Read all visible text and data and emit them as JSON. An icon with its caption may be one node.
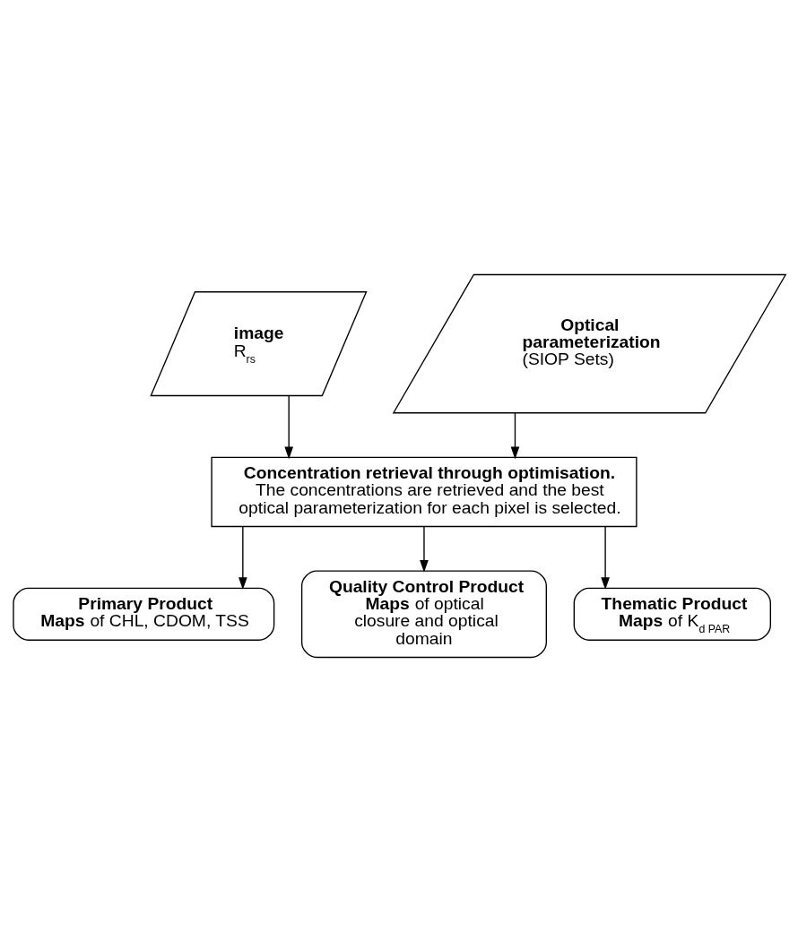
{
  "diagram": {
    "nodes": [
      {
        "text": [
          "image",
          "R$_{rs}$"
        ]
      },
      {
        "text": [
          "Optical parameterization",
          "(SIOP Sets)"
        ]
      },
      {
        "text": [
          "Concentration retrieval through optimisation.",
          "The concentrations are retrieved and the best optical parameterization for each pixel is selected."
        ]
      },
      {
        "text": [
          "Primary Product",
          "**Maps** of CHL, CDOM, TSS"
        ]
      },
      {
        "text": [
          "Quality Control Product",
          "**Maps** of optical closure and optical domain"
        ]
      },
      {
        "text": [
          "Thematic Product",
          "**Maps** of K$_{d PAR}$"
        ]
      }
    ],
    "edges": [
      {
        "from": 0,
        "to": 2,
        "arrow": "to"
      },
      {
        "from": 1,
        "to": 2,
        "arrow": "to"
      },
      {
        "from": 2,
        "to": 3,
        "arrow": "to"
      },
      {
        "from": 2,
        "to": 4,
        "arrow": "to"
      },
      {
        "from": 2,
        "to": 5,
        "arrow": "to"
      }
    ]
  }
}
